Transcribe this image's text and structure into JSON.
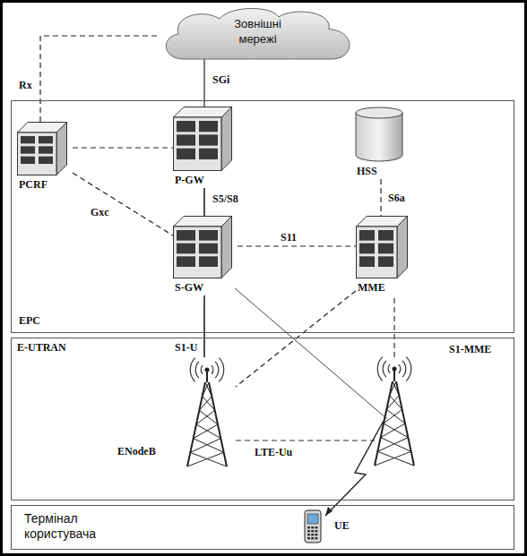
{
  "diagram": {
    "nodes": [
      {
        "text": [
          "Зовнішні мережі"
        ]
      },
      {
        "text": [
          "EPC"
        ]
      },
      {
        "text": [
          "PCRF"
        ],
        "in": 1
      },
      {
        "text": [
          "P-GW"
        ],
        "in": 1
      },
      {
        "text": [
          "HSS"
        ],
        "in": 1
      },
      {
        "text": [
          "S-GW"
        ],
        "in": 1
      },
      {
        "text": [
          "MME"
        ],
        "in": 1
      },
      {
        "text": [
          "E-UTRAN"
        ]
      },
      {
        "text": [
          "ENodeB"
        ],
        "in": 7
      },
      {
        "text": [
          "Термінал користувача"
        ]
      },
      {
        "text": [
          "UE"
        ],
        "in": 9
      }
    ],
    "edges": [
      {
        "from": 0,
        "to": 3,
        "label": "SGi",
        "arrow": "none"
      },
      {
        "from": 2,
        "to": 0,
        "label": "Rx",
        "arrow": "none"
      },
      {
        "from": 2,
        "to": 3,
        "arrow": "none"
      },
      {
        "from": 2,
        "to": 5,
        "label": "Gxc",
        "arrow": "none"
      },
      {
        "from": 3,
        "to": 5,
        "label": "S5/S8",
        "arrow": "none"
      },
      {
        "from": 4,
        "to": 6,
        "label": "S6a",
        "arrow": "none"
      },
      {
        "from": 5,
        "to": 6,
        "label": "S11",
        "arrow": "none"
      },
      {
        "from": 5,
        "to": 8,
        "label": "S1-U",
        "arrow": "none"
      },
      {
        "from": 6,
        "to": 8,
        "arrow": "none"
      }
    ],
    "labels": [
      "S1-MME",
      "LTE-Uu"
    ]
  }
}
